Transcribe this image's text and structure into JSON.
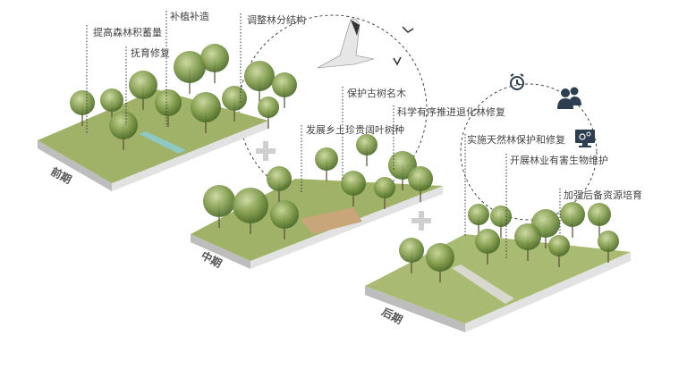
{
  "phases": [
    "前期",
    "中期",
    "后期"
  ],
  "labels": [
    "提高森林积蓄量",
    "抚育修复",
    "补植补造",
    "调整林分结构",
    "保护古树名木",
    "科学有序推进退化林修复",
    "发展乡土珍贵阔叶树种",
    "实施天然林保护和修复",
    "开展林业有害生物维护",
    "加强后备资源培育"
  ],
  "icons": [
    "alarm-clock-icon",
    "people-icon",
    "monitor-gears-icon",
    "seagull-icon",
    "bird-icon",
    "plus-icon"
  ],
  "colors": {
    "foliage": "#7f9a4a",
    "foliage_dark": "#4d6b2a",
    "slab_side": "#d9d9d9",
    "icon": "#2c3e50",
    "plus": "#cfcfcf"
  }
}
